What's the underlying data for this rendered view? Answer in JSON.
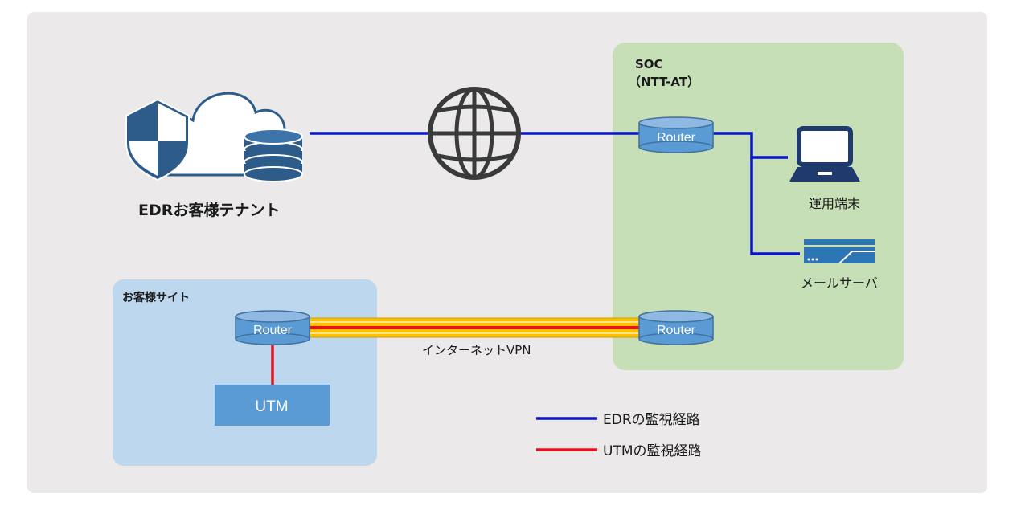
{
  "diagram": {
    "edr_tenant_label": "EDRお客様テナント",
    "soc_label_line1": "SOC",
    "soc_label_line2": "（NTT-AT）",
    "customer_site_label": "お客様サイト",
    "soc_router_top_label": "Router",
    "soc_router_bottom_label": "Router",
    "customer_router_label": "Router",
    "utm_label": "UTM",
    "terminal_label": "運用端末",
    "mail_server_label": "メールサーバ",
    "vpn_label": "インターネットVPN",
    "icons": {
      "cloud": "cloud-icon",
      "shield": "shield-icon",
      "database": "database-icon",
      "globe": "globe-icon",
      "laptop": "laptop-icon",
      "server": "server-icon"
    }
  },
  "legend": {
    "edr_label": "EDRの監視経路",
    "utm_label": "UTMの監視経路",
    "edr_color": "#0a14c8",
    "utm_color": "#e8121c"
  },
  "colors": {
    "canvas_bg": "#ebe9e9",
    "soc_zone": "#c6dfb6",
    "customer_zone": "#bdd7ee",
    "router_fill": "#5b9bd5",
    "utm_fill": "#5b9bd5",
    "vpn_tube": "#ffc000",
    "icon_dark": "#2e5c8a"
  }
}
